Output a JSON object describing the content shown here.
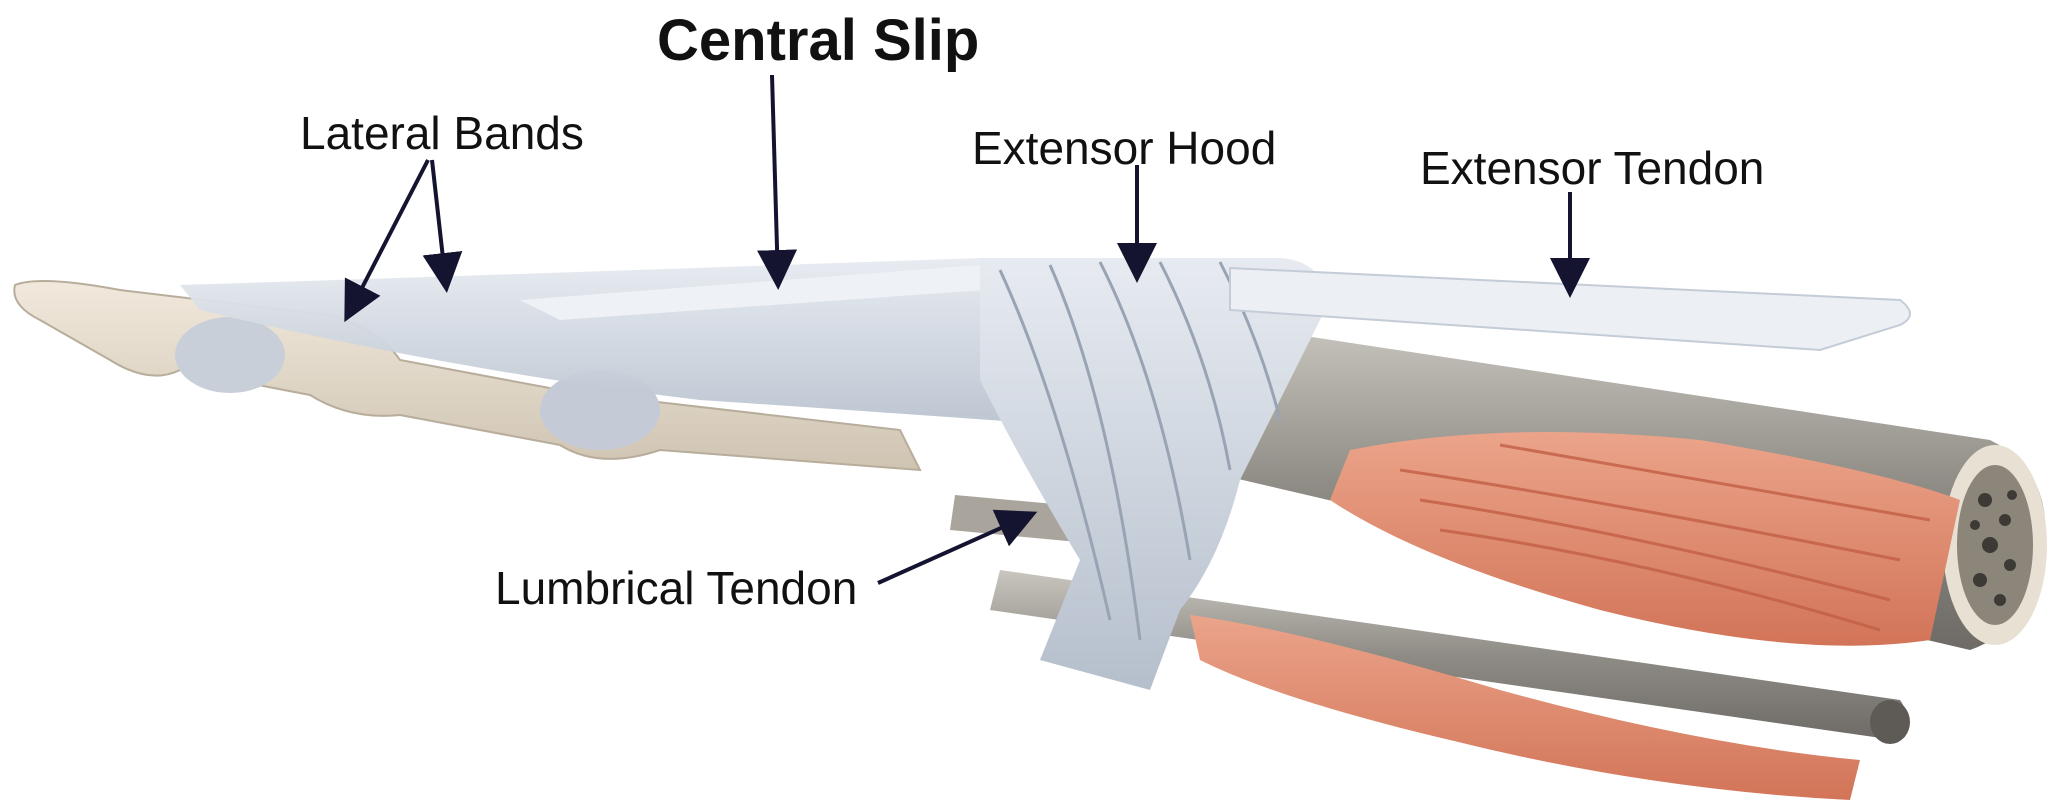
{
  "labels": {
    "central_slip": "Central Slip",
    "lateral_bands": "Lateral Bands",
    "extensor_hood": "Extensor Hood",
    "extensor_tendon": "Extensor Tendon",
    "lumbrical_tendon": "Lumbrical Tendon"
  },
  "colors": {
    "background": "#ffffff",
    "bone": "#e9dfcf",
    "bone_shadow": "#b9b0a2",
    "tendon": "#cfd6e0",
    "tendon_light": "#eceff4",
    "tendon_dark": "#9aa5b4",
    "muscle": "#e39276",
    "muscle_dark": "#c9694f",
    "shaft": "#9c9a95",
    "arrow": "#141431"
  }
}
